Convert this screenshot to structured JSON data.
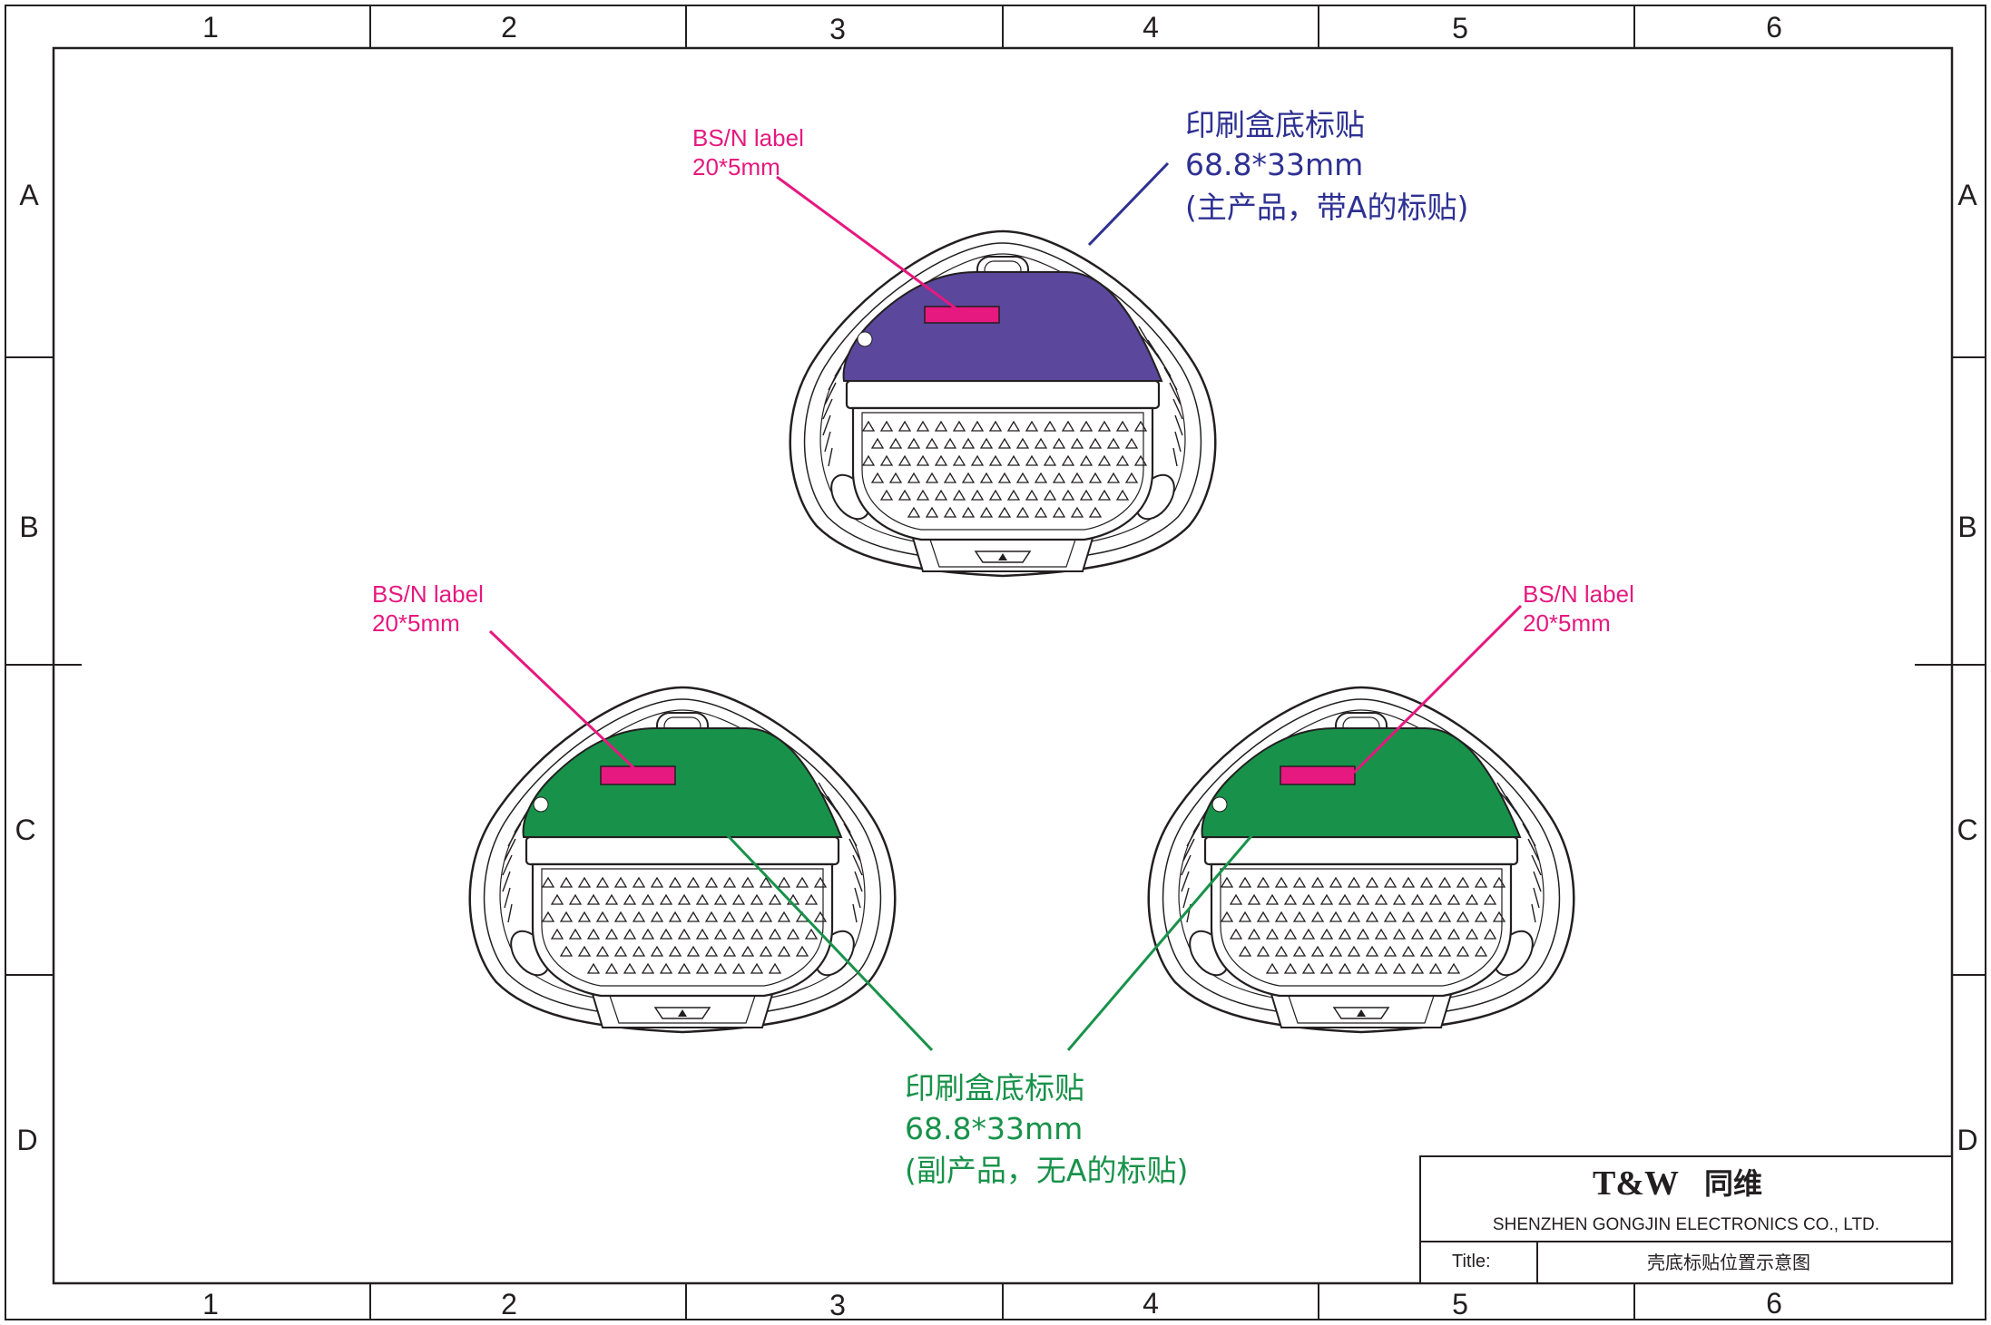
{
  "colors": {
    "purple": "#5b479b",
    "green": "#18924a",
    "pink": "#e5197f",
    "navy": "#2e3192",
    "line": "#231f20"
  },
  "grid": {
    "columns": [
      "1",
      "2",
      "3",
      "4",
      "5",
      "6"
    ],
    "rows": [
      "A",
      "B",
      "C",
      "D"
    ]
  },
  "annotations": {
    "bsn_top": {
      "line1": "BS/N label",
      "line2": "20*5mm"
    },
    "bsn_left": {
      "line1": "BS/N label",
      "line2": "20*5mm"
    },
    "bsn_right": {
      "line1": "BS/N label",
      "line2": "20*5mm"
    },
    "main_label": {
      "line1": "印刷盒底标贴",
      "line2": "68.8*33mm",
      "line3": "(主产品，带A的标贴)"
    },
    "sub_label": {
      "line1": "印刷盒底标贴",
      "line2": "68.8*33mm",
      "line3": "(副产品，无A的标贴)"
    }
  },
  "title_block": {
    "logo": "T&W",
    "logo_cn": "同维",
    "company": "SHENZHEN GONGJIN ELECTRONICS CO., LTD.",
    "title_label": "Title:",
    "title_value": "壳底标贴位置示意图"
  }
}
